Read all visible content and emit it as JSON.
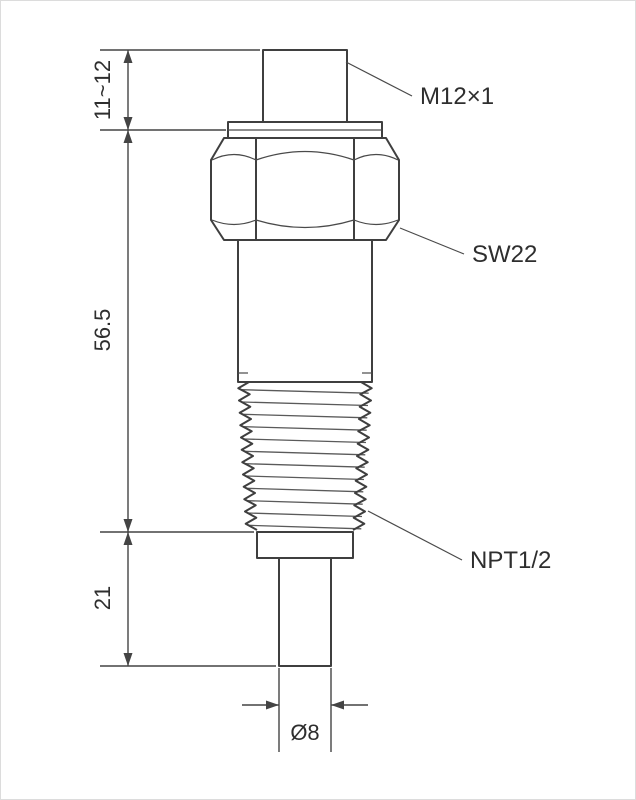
{
  "drawing": {
    "labels": {
      "m12": "M12×1",
      "sw22": "SW22",
      "npt": "NPT1/2"
    },
    "dimensions": {
      "thread_length": "11~12",
      "body_length": "56.5",
      "probe_length": "21",
      "probe_diameter": "Ø8"
    },
    "colors": {
      "line": "#3f3f3f",
      "dimension": "#444444",
      "thread_hatch": "#474747",
      "background": "#ffffff"
    }
  }
}
